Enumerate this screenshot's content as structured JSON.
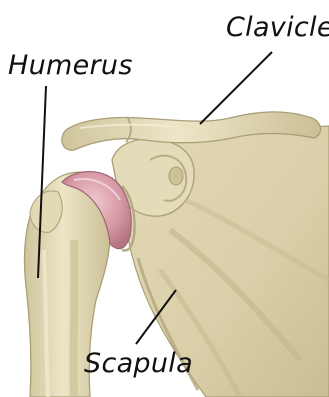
{
  "labels": {
    "clavicle": "Clavicle",
    "humerus": "Humerus",
    "scapula": "Scapula"
  },
  "colors": {
    "bone_light": "#e9e2c2",
    "bone_mid": "#d6cca3",
    "bone_shadow": "#b7ab82",
    "cartilage": "#c98a97",
    "cartilage_highlight": "#e8b9c2",
    "leader_line": "#111111"
  }
}
